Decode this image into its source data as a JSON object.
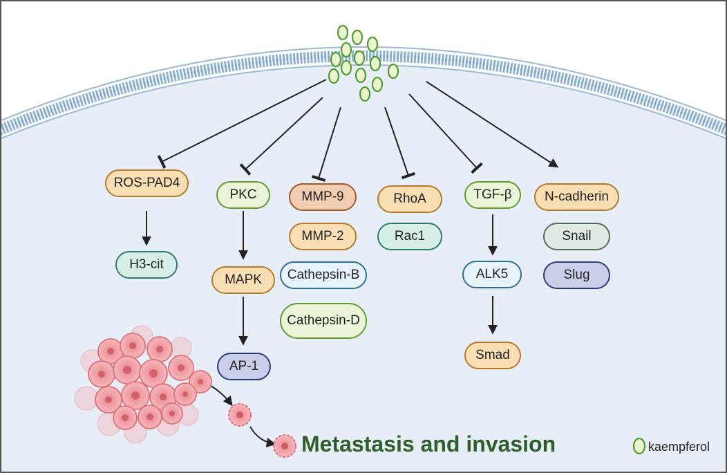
{
  "nodes": {
    "ros_pad4": "ROS-PAD4",
    "h3_cit": "H3-cit",
    "pkc": "PKC",
    "mapk": "MAPK",
    "ap1": "AP-1",
    "mmp9": "MMP-9",
    "mmp2": "MMP-2",
    "cathepsin_b": "Cathepsin-B",
    "cathepsin_d": "Cathepsin-D",
    "rhoa": "RhoA",
    "rac1": "Rac1",
    "tgfb": "TGF-β",
    "alk5": "ALK5",
    "smad": "Smad",
    "n_cadherin": "N-cadherin",
    "snail": "Snail",
    "slug": "Slug"
  },
  "outcome_title": "Metastasis and invasion",
  "legend": {
    "label": "kaempferol",
    "icon": "kaempferol-molecule-icon"
  },
  "colors": {
    "cytoplasm": "#e6eef8",
    "membrane": "#7fa6cc",
    "molecule": "#63a33a",
    "title": "#2e5e2a",
    "cell": "#f4a3a6"
  }
}
